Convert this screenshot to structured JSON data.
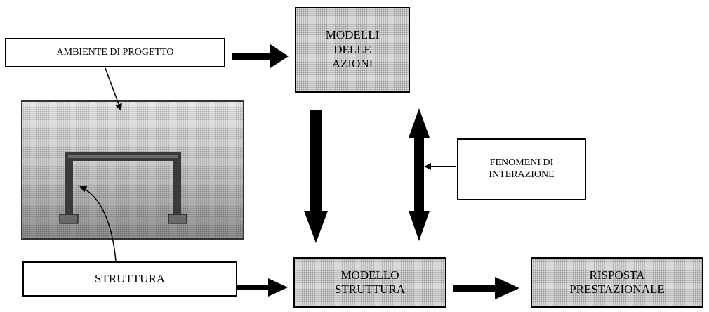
{
  "diagram": {
    "ambiente": "AMBIENTE DI PROGETTO",
    "modelli_azioni": [
      "MODELLI",
      "DELLE",
      "AZIONI"
    ],
    "fenomeni": [
      "FENOMENI DI",
      "INTERAZIONE"
    ],
    "struttura": "STRUTTURA",
    "modello_struttura": [
      "MODELLO",
      "STRUTTURA"
    ],
    "risposta": [
      "RISPOSTA",
      "PRESTAZIONALE"
    ]
  },
  "colors": {
    "box_fill": "#d9d9d9",
    "stroke": "#000000"
  }
}
